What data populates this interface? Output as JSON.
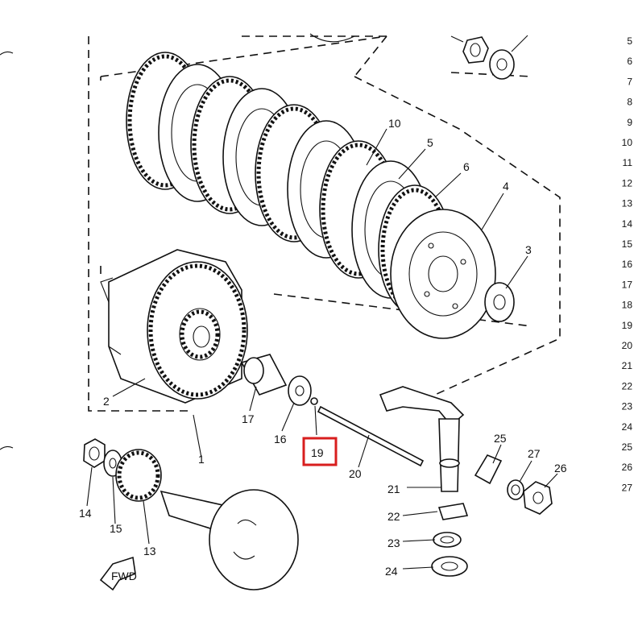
{
  "row_numbers": [
    "5",
    "6",
    "7",
    "8",
    "9",
    "10",
    "11",
    "12",
    "13",
    "14",
    "15",
    "16",
    "17",
    "18",
    "19",
    "20",
    "21",
    "22",
    "23",
    "24",
    "25",
    "26",
    "27"
  ],
  "parts": {
    "p1": "1",
    "p2": "2",
    "p3": "3",
    "p4": "4",
    "p5": "5",
    "p6": "6",
    "p10": "10",
    "p13": "13",
    "p14": "14",
    "p15": "15",
    "p16": "16",
    "p17": "17",
    "p19": "19",
    "p20": "20",
    "p21": "21",
    "p22": "22",
    "p23": "23",
    "p24": "24",
    "p25": "25",
    "p26": "26",
    "p27": "27"
  },
  "fwd_label": "FWD",
  "highlight": {
    "part": "19",
    "color": "#d81e1e"
  }
}
